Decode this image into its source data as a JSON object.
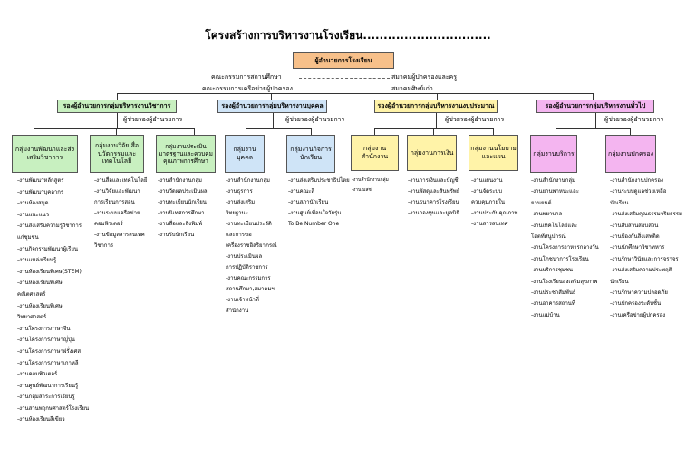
{
  "title": "โครงสร้างการบริหารงานโรงเรียน...............................",
  "director": "ผู้อำนวยการโรงเรียน",
  "committees": {
    "left1": "คณะกรรมการสถานศึกษา",
    "left2": "คณะกรรมการเครือข่ายผู้ปกครอง",
    "right1": "สมาคมผู้ปกครองและครู",
    "right2": "สมาคมศิษย์เก่า"
  },
  "colors": {
    "director": "#f7c08a",
    "academic": "#c8f0c0",
    "personnel": "#cfe4f7",
    "budget": "#fff3a8",
    "general": "#f4b5f0"
  },
  "divisions": [
    {
      "head": "รองผู้อำนวยการกลุ่มบริหารงานวิชาการ",
      "assistant": "ผู้ช่วยรองผู้อำนวยการ",
      "groups": [
        {
          "name": "กลุ่มงานพัฒนาและส่งเสริมวิชาการ",
          "items": [
            "-งานพัฒนาหลักสูตร",
            "-งานพัฒนาบุคลากร",
            "-งานห้องสมุด",
            "-งานแนะแนว",
            "-งานส่งเสริมความรู้วิชาการ",
            "แก่ชุมชน",
            "-งานกิจกรรมพัฒนาผู้เรียน",
            "-งานแหล่งเรียนรู้",
            "-งานห้องเรียนพิเศษ(STEM)",
            "-งานห้องเรียนพิเศษ",
            "คณิตศาสตร์",
            "-งานห้องเรียนพิเศษ",
            "วิทยาศาสตร์",
            "-งานโครงการภาษาจีน",
            "-งานโครงการภาษาญี่ปุ่น",
            "-งานโครงการภาษาฝรั่งเศส",
            "-งานโครงการภาษาเกาหลี",
            "-งานคอมพิวเตอร์",
            "-งานศูนย์พัฒนาการเรียนรู้",
            "-งานกลุ่มสาระการเรียนรู้",
            "-งานสวนพฤกษศาสตร์โรงเรียน",
            "-งานห้องเรียนสีเขียว"
          ]
        },
        {
          "name": "กลุ่มงานวิจัย สื่อ นวัตกรรมและเทคโนโลยี",
          "items": [
            "-งานสื่อและเทคโนโลยี",
            "-งานวิจัยและพัฒนา",
            "การเรียนการสอน",
            "-งานระบบเครือข่าย",
            "คอมพิวเตอร์",
            "-งานข้อมูลสารสนเทศ",
            "วิชาการ"
          ]
        },
        {
          "name": "กลุ่มงานประเมิน มาตรฐานและควบคุมคุณภาพการศึกษา",
          "items": [
            "-งานสำนักงานกลุ่ม",
            "-งานวัดผลประเมินผล",
            "-งานทะเบียนนักเรียน",
            "-งานนิเทศการศึกษา",
            "-งานสื่อและสิ่งพิมพ์",
            "-งานรับนักเรียน"
          ]
        }
      ]
    },
    {
      "head": "รองผู้อำนวยการกลุ่มบริหารงานบุคคล",
      "assistant": "ผู้ช่วยรองผู้อำนวยการ",
      "groups": [
        {
          "name": "กลุ่มงานบุคคล",
          "items": [
            "-งานสำนักงานกลุ่ม",
            "-งานธุรการ",
            "-งานส่งเสริม",
            "วิทยฐานะ",
            "-งานทะเบียนประวัติ",
            "และการขอ",
            "เครื่องราชอิสริยาภรณ์",
            "-งานประเมินผล",
            "การปฏิบัติราชการ",
            "-งานคณะกรรมการ",
            "สถานศึกษา,สมาคมฯ",
            "-งานเจ้าหน้าที่",
            "สำนักงาน"
          ]
        },
        {
          "name": "กลุ่มงานกิจการนักเรียน",
          "items": [
            "-งานส่งเสริมประชาธิปไตย",
            "-งานคณะสี",
            "-งานสภานักเรียน",
            "-งานศูนย์เพื่อนใจวัยรุ่น",
            "To Be Number One"
          ]
        }
      ]
    },
    {
      "head": "รองผู้อำนวยการกลุ่มบริหารงานงบประมาณ",
      "assistant": "ผู้ช่วยรองผู้อำนวยการ",
      "groups": [
        {
          "name": "กลุ่มงานสำนักงาน",
          "items": [
            "-งานสำนักงานกลุ่ม",
            "-งาน มสช."
          ]
        },
        {
          "name": "กลุ่มงานการเงิน",
          "items": [
            "-งานการเงินและบัญชี",
            "-งานพัสดุและสินทรัพย์",
            "-งานธนาคารโรงเรียน",
            "-งานกองทุนและมูลนิธิ"
          ]
        },
        {
          "name": "กลุ่มงานนโยบายและแผน",
          "items": [
            "-งานแผนงาน",
            "-งานจัดระบบ",
            "ควบคุมภายใน",
            "-งานประกันคุณภาพ",
            "-งานสารสนเทศ"
          ]
        }
      ]
    },
    {
      "head": "รองผู้อำนวยการกลุ่มบริหารงานทั่วไป",
      "assistant": "ผู้ช่วยรองผู้อำนวยการ",
      "groups": [
        {
          "name": "กลุ่มงานบริการ",
          "items": [
            "-งานสำนักงานกลุ่ม",
            "-งานยานพาหนะและ",
            "ยานยนต์",
            "-งานพยาบาล",
            "-งานเทคโนโลยีและ",
            "โสตทัศนูปกรณ์",
            "-งานโครงการอาหารกลางวัน",
            "-งานโภชนาการโรงเรียน",
            "-งานบริการชุมชน",
            "-งานโรงเรียนส่งเสริมสุขภาพ",
            "-งานประชาสัมพันธ์",
            "-งานอาคารสถานที่",
            "-งานแม่บ้าน"
          ]
        },
        {
          "name": "กลุ่มงานปกครอง",
          "items": [
            "-งานสำนักงานปกครอง",
            "-งานระบบดูแลช่วยเหลือ",
            "นักเรียน",
            "-งานส่งเสริมคุณธรรมจริยธรรม",
            "-งานสืบสวนสอบสวน",
            "-งานป้องกันสิ่งเสพติด",
            "-งานนักศึกษาวิชาทหาร",
            "-งานรักษาวินัยและการจราจร",
            "-งานส่งเสริมความประพฤติ",
            "นักเรียน",
            "-งานรักษาความปลอดภัย",
            "-งานปกครองระดับชั้น",
            "-งานเครือข่ายผู้ปกครอง"
          ]
        }
      ]
    }
  ]
}
